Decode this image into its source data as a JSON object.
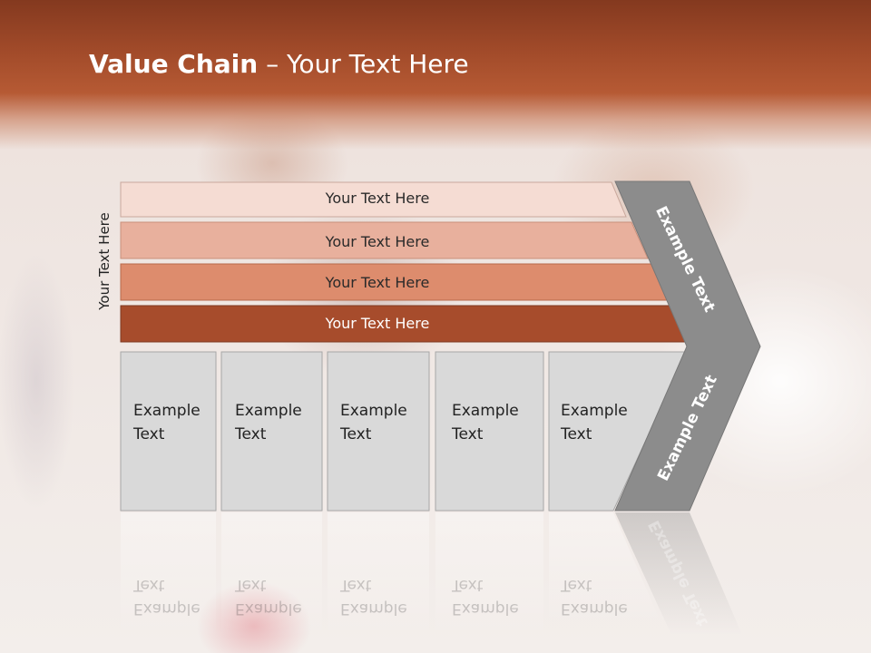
{
  "title": {
    "bold": "Value Chain",
    "rest": " – Your Text Here"
  },
  "side_label": "Your Text Here",
  "bars": [
    {
      "label": "Your Text Here",
      "color": "#f5dcd3"
    },
    {
      "label": "Your Text Here",
      "color": "#e8b09d"
    },
    {
      "label": "Your Text Here",
      "color": "#dd8c6d"
    },
    {
      "label": "Your Text Here",
      "color": "#a74c2c"
    }
  ],
  "columns": [
    {
      "line1": "Example",
      "line2": "Text"
    },
    {
      "line1": "Example",
      "line2": "Text"
    },
    {
      "line1": "Example",
      "line2": "Text"
    },
    {
      "line1": "Example",
      "line2": "Text"
    },
    {
      "line1": "Example",
      "line2": "Text"
    }
  ],
  "arrow": {
    "upper_label": "Example Text",
    "lower_label": "Example Text",
    "color": "#8c8c8c"
  },
  "colors": {
    "header": "#a24b2a",
    "column_fill": "#d9d9d9",
    "column_border": "#a6a6a6"
  }
}
